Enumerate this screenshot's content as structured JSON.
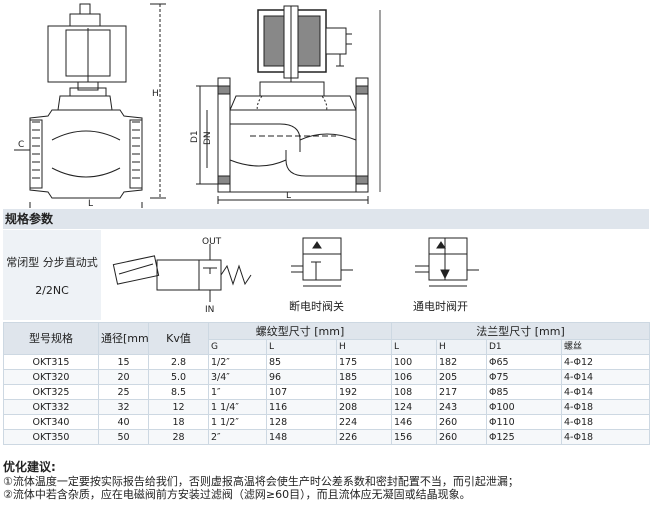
{
  "drawing_labels": {
    "h": "H",
    "c": "C",
    "d1": "D1",
    "dn": "DN",
    "l": "L",
    "l_side": "L"
  },
  "section_title": "规格参数",
  "symbol": {
    "type_line1": "常闭型 分步直动式",
    "type_line2": "2/2NC",
    "out": "OUT",
    "in": "IN",
    "off_caption": "断电时阀关",
    "on_caption": "通电时阀开"
  },
  "table": {
    "header1": [
      "型号规格",
      "通径[mm]",
      "Kv值",
      "螺纹型尺寸 [mm]",
      "法兰型尺寸 [mm]"
    ],
    "header2": [
      "G",
      "L",
      "H",
      "L",
      "H",
      "D1",
      "螺丝"
    ],
    "rows": [
      [
        "OKT315",
        "15",
        "2.8",
        "1/2″",
        "85",
        "175",
        "100",
        "182",
        "Φ65",
        "4-Φ12"
      ],
      [
        "OKT320",
        "20",
        "5.0",
        "3/4″",
        "96",
        "185",
        "106",
        "205",
        "Φ75",
        "4-Φ14"
      ],
      [
        "OKT325",
        "25",
        "8.5",
        "1″",
        "107",
        "192",
        "108",
        "217",
        "Φ85",
        "4-Φ14"
      ],
      [
        "OKT332",
        "32",
        "12",
        "1 1/4″",
        "116",
        "208",
        "124",
        "243",
        "Φ100",
        "4-Φ18"
      ],
      [
        "OKT340",
        "40",
        "18",
        "1 1/2″",
        "128",
        "224",
        "146",
        "260",
        "Φ110",
        "4-Φ18"
      ],
      [
        "OKT350",
        "50",
        "28",
        "2″",
        "148",
        "226",
        "156",
        "260",
        "Φ125",
        "4-Φ18"
      ]
    ]
  },
  "notes": {
    "title": "优化建议:",
    "line1": "①流体温度一定要按实际报告给我们，否则虚报高温将会使生产时公差系数和密封配置不当，而引起泄漏；",
    "line2": "②流体中若含杂质，应在电磁阀前方安装过滤阀（滤网≥60目），而且流体应无凝固或结晶现象。"
  }
}
